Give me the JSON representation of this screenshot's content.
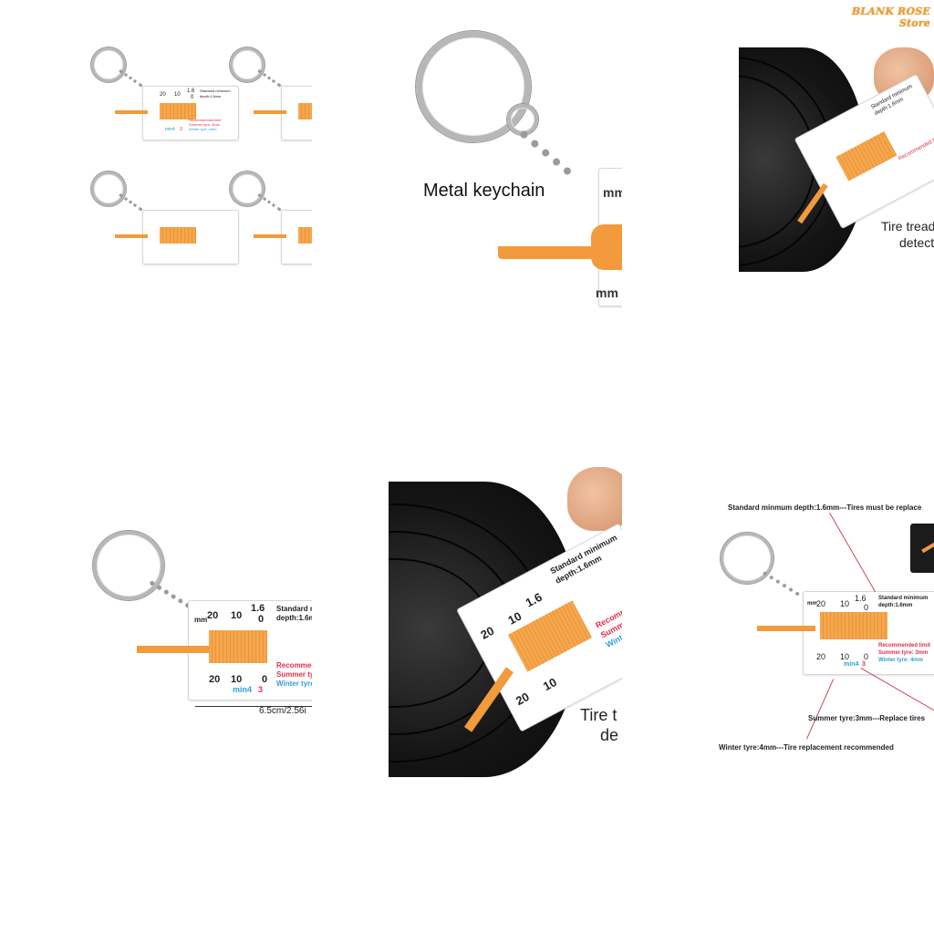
{
  "store_logo": "BLANK ROSE Store",
  "gauge": {
    "scale_top": [
      "20",
      "10",
      "1.6",
      "0"
    ],
    "scale_bottom": [
      "20",
      "10",
      "0"
    ],
    "unit": "mm",
    "standard_line1": "Standard minimum",
    "standard_line2": "depth:1.6mm",
    "recommended": "Recommended limit",
    "summer": "Summer tyre: 3mm",
    "winter": "Winter tyre: 4mm",
    "min4": "min4",
    "min3": "3"
  },
  "captions": {
    "metal_keychain": "Metal keychain",
    "tire_tread_1": "Tire tread",
    "tire_tread_2": "detect",
    "size": "6.5cm/2.56i",
    "tire_t": "Tire t",
    "de": "de"
  },
  "annotations": {
    "standard": "Standard minmum depth:1.6mm---Tires must be replace",
    "summer": "Summer tyre:3mm---Replace tires",
    "winter": "Winter tyre:4mm---Tire replacement recommended"
  },
  "colors": {
    "orange": "#f29a3c",
    "red": "#e0304a",
    "blue": "#2f9fd8",
    "logo": "#f0a030"
  }
}
